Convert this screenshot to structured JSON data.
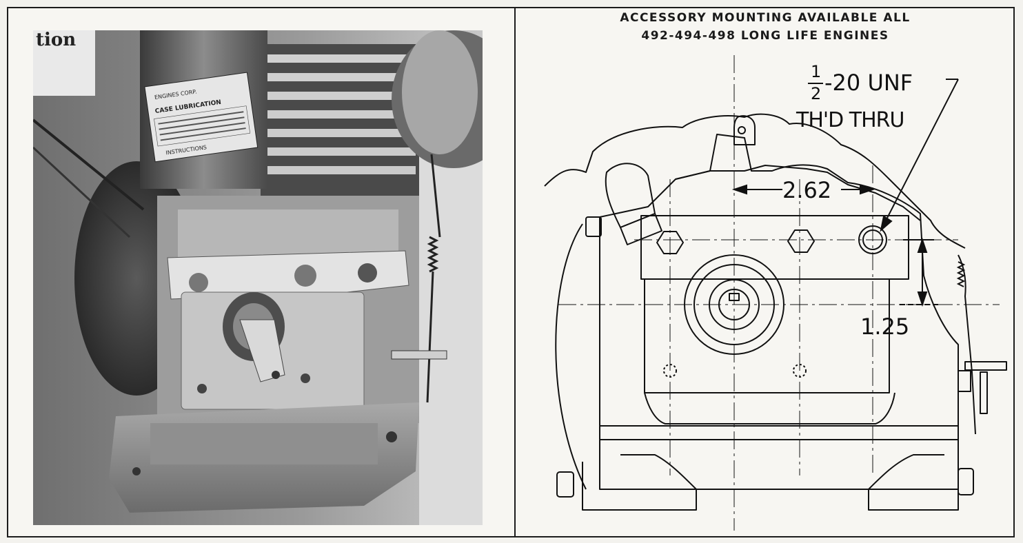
{
  "header": {
    "line1": "ACCESSORY MOUNTING AVAILABLE ALL",
    "line2": "492-494-498 LONG LIFE ENGINES"
  },
  "drawing": {
    "thread_numerator": "1",
    "thread_denominator": "2",
    "thread_spec": "-20 UNF",
    "thread_note": "TH'D THRU",
    "dim_horizontal": "2.62",
    "dim_vertical": "1.25"
  },
  "photo": {
    "corner_text": "tion",
    "label_lines": [
      "ENGINES CORP.",
      "CASE LUBRICATION",
      "INSTRUCTIONS"
    ]
  },
  "colors": {
    "ink": "#111111",
    "paper": "#f7f6f2",
    "photo_mid": "#7b7b7b"
  }
}
